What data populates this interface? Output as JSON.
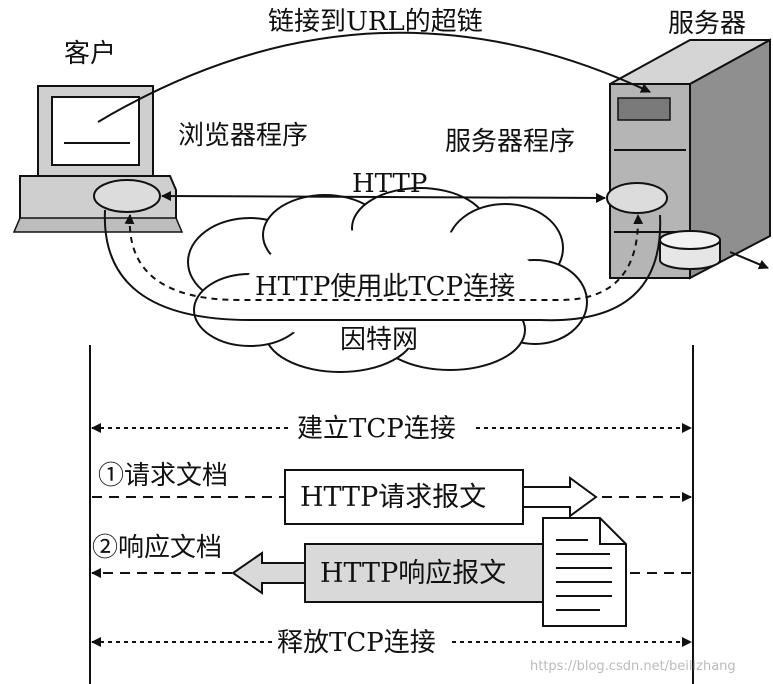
{
  "top": {
    "hyperlink_label": "链接到URL的超链",
    "client_label": "客户",
    "server_label": "服务器",
    "browser_label": "浏览器程序",
    "server_program_label": "服务器程序",
    "http_label": "HTTP",
    "tcp_label": "HTTP使用此TCP连接",
    "internet_label": "因特网"
  },
  "sequence": {
    "establish_label": "建立TCP连接",
    "request_doc_label": "①请求文档",
    "request_msg_label": "HTTP请求报文",
    "response_doc_label": "②响应文档",
    "response_msg_label": "HTTP响应报文",
    "release_label": "释放TCP连接"
  },
  "watermark": "https://blog.csdn.net/beilizhang",
  "colors": {
    "line": "#111111",
    "cloud_fill": "#ffffff",
    "computer_gray": "#cfcfcf",
    "screen_fill": "#ffffff",
    "server_front": "#b5b5b5",
    "server_side": "#8f8f8f",
    "response_box_fill": "#d9d9d9",
    "ellipse_fill": "#dcdcdc"
  }
}
